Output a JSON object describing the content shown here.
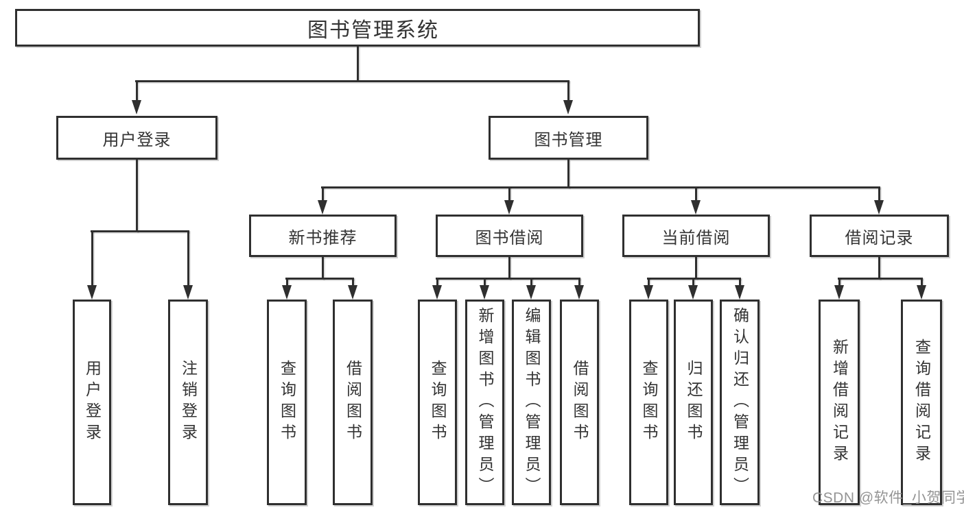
{
  "tree": {
    "root": {
      "label": "图书管理系统",
      "children": [
        {
          "label": "用户登录",
          "children": [
            {
              "label": "用户登录"
            },
            {
              "label": "注销登录"
            }
          ]
        },
        {
          "label": "图书管理",
          "children": [
            {
              "label": "新书推荐",
              "children": [
                {
                  "label": "查询图书"
                },
                {
                  "label": "借阅图书"
                }
              ]
            },
            {
              "label": "图书借阅",
              "children": [
                {
                  "label": "查询图书"
                },
                {
                  "label": "新增图书（管理员）"
                },
                {
                  "label": "编辑图书（管理员）"
                },
                {
                  "label": "借阅图书"
                }
              ]
            },
            {
              "label": "当前借阅",
              "children": [
                {
                  "label": "查询图书"
                },
                {
                  "label": "归还图书"
                },
                {
                  "label": "确认归还（管理员）"
                }
              ]
            },
            {
              "label": "借阅记录",
              "children": [
                {
                  "label": "新增借阅记录"
                },
                {
                  "label": "查询借阅记录"
                }
              ]
            }
          ]
        }
      ]
    }
  },
  "watermark": {
    "text": "CSDN @软件_小贺同学",
    "color": "#949494"
  },
  "colors": {
    "line": "#2f2f2f",
    "box_border": "#2f2f2f",
    "box_background": "#ffffff",
    "text": "#333333",
    "page_background": "#ffffff"
  }
}
